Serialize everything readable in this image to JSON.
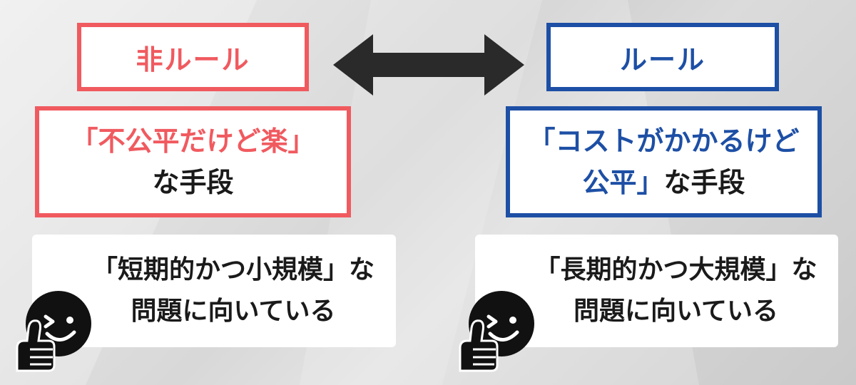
{
  "left": {
    "title": "非ルール",
    "desc_line1": "「不公平だけど楽」",
    "desc_line2_plain": "な手段",
    "note_line1": "「短期的かつ小規模」な",
    "note_line2": "問題に向いている",
    "color": "#f05a5f"
  },
  "right": {
    "title": "ルール",
    "desc_line1": "「コストがかかるけど",
    "desc_line2_accent": "公平」",
    "desc_line2_plain": "な手段",
    "note_line1": "「長期的かつ大規模」な",
    "note_line2": "問題に向いている",
    "color": "#1d4fa5"
  },
  "icons": {
    "arrow": "double-headed-arrow-icon",
    "mascot": "winking-thumbs-up-icon"
  }
}
